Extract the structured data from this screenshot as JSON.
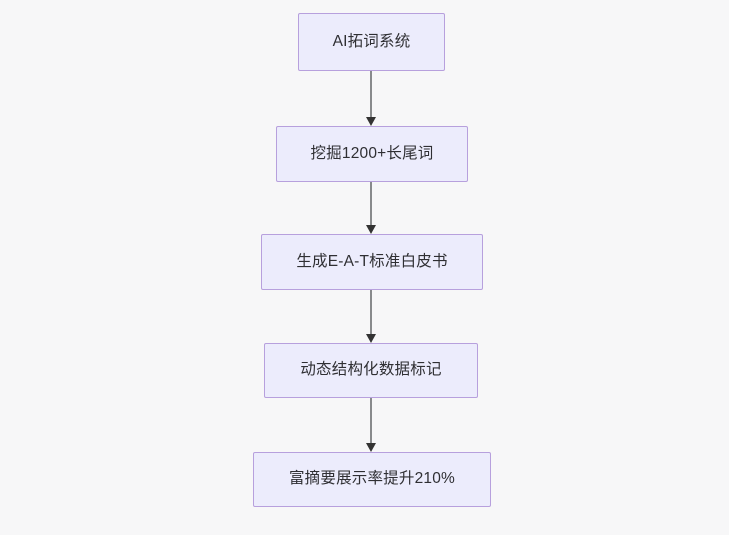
{
  "diagram": {
    "type": "flowchart",
    "direction": "top-to-bottom",
    "background_color": "#f7f7f8",
    "node_fill_color": "#ececfc",
    "node_border_color": "#b7a0dd",
    "node_text_color": "#2f2f33",
    "edge_line_color": "#888a8c",
    "edge_arrow_color": "#333333",
    "nodes": [
      {
        "id": "n1",
        "label": "AI拓词系统"
      },
      {
        "id": "n2",
        "label": "挖掘1200+长尾词"
      },
      {
        "id": "n3",
        "label": "生成E-A-T标准白皮书"
      },
      {
        "id": "n4",
        "label": "动态结构化数据标记"
      },
      {
        "id": "n5",
        "label": "富摘要展示率提升210%"
      }
    ],
    "edges": [
      {
        "from": "n1",
        "to": "n2"
      },
      {
        "from": "n2",
        "to": "n3"
      },
      {
        "from": "n3",
        "to": "n4"
      },
      {
        "from": "n4",
        "to": "n5"
      }
    ]
  }
}
